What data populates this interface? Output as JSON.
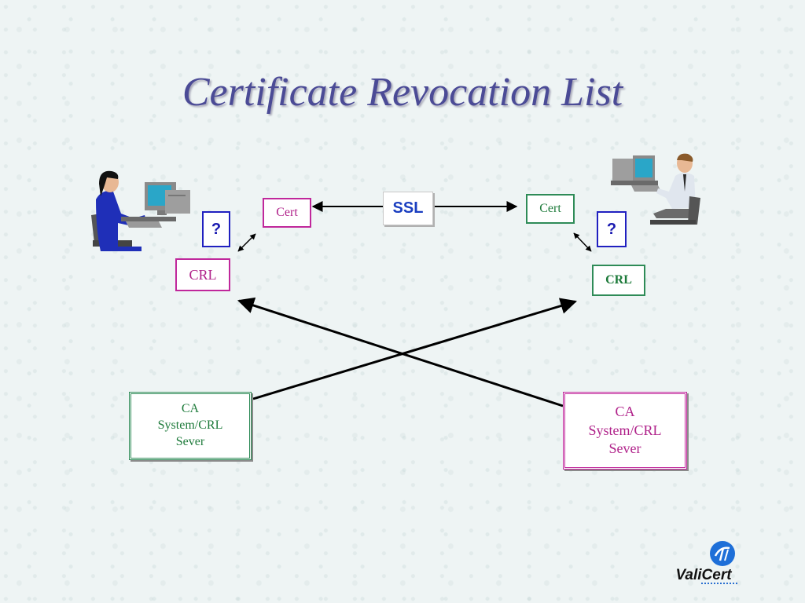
{
  "title": "Certificate Revocation List",
  "left_user": {
    "cert_label": "Cert",
    "question": "?",
    "crl_label": "CRL"
  },
  "right_user": {
    "cert_label": "Cert",
    "question": "?",
    "crl_label": "CRL"
  },
  "channel_label": "SSL",
  "servers": [
    {
      "line1": "CA",
      "line2": "System/CRL",
      "line3": "Sever"
    },
    {
      "line1": "CA",
      "line2": "System/CRL",
      "line3": "Sever"
    }
  ],
  "logo_text": "ValiCert",
  "colors": {
    "title": "#4b4b96",
    "pink": "#c0279b",
    "green": "#2e8b57",
    "blue": "#2020c0",
    "ssl": "#1a3ec0"
  }
}
